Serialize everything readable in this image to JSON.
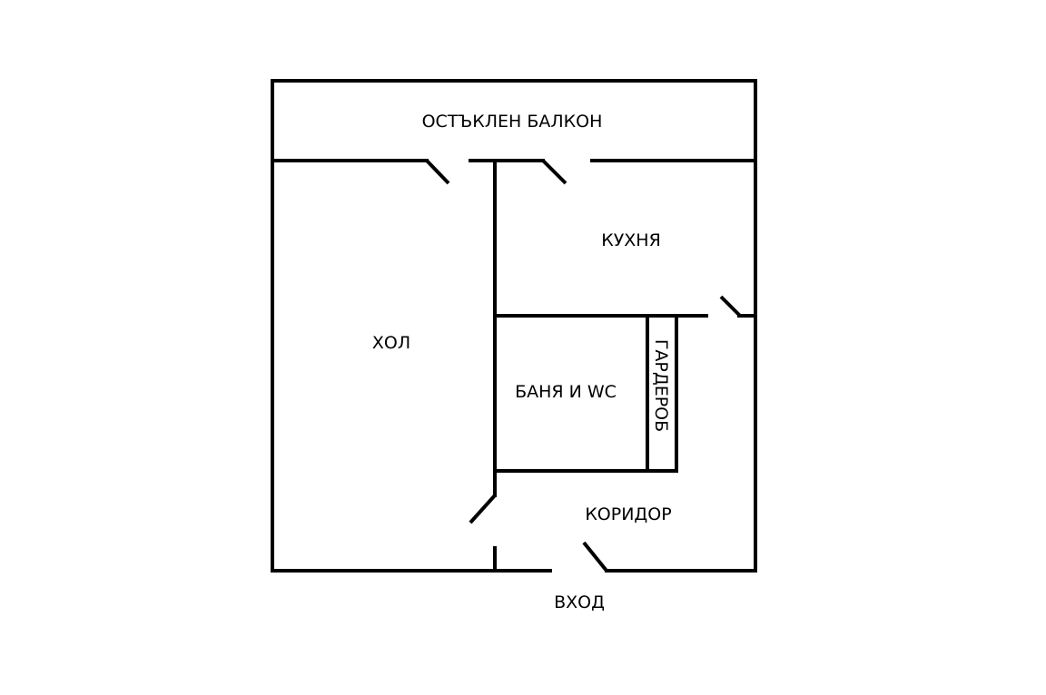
{
  "floor_plan": {
    "rooms": {
      "balcony": "ОСТЪКЛЕН БАЛКОН",
      "kitchen": "КУХНЯ",
      "living_room": "ХОЛ",
      "bathroom": "БАНЯ И WC",
      "wardrobe": "ГАРДЕРОБ",
      "corridor": "КОРИДОР"
    },
    "entrance": "ВХОД"
  }
}
